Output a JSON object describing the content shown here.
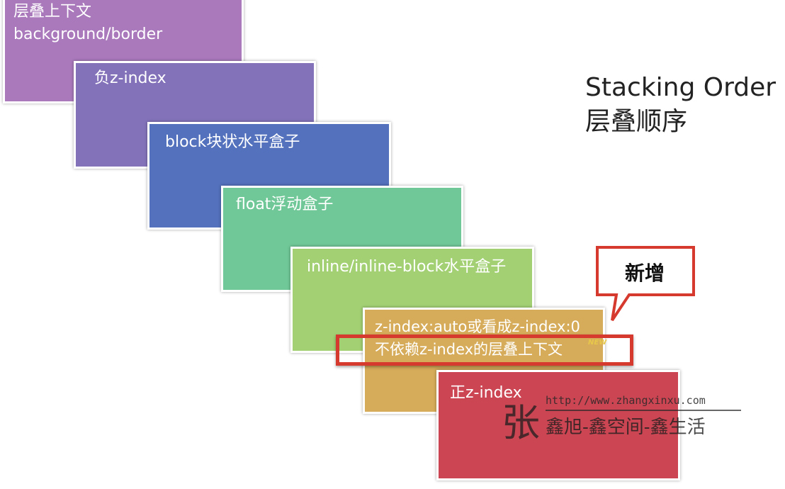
{
  "layers": [
    {
      "lines": [
        "层叠上下文",
        "background/border"
      ],
      "color": "#a979bb"
    },
    {
      "lines": [
        "负z-index"
      ],
      "color": "#8372ba"
    },
    {
      "lines": [
        "block块状水平盒子"
      ],
      "color": "#5371bc"
    },
    {
      "lines": [
        "float浮动盒子"
      ],
      "color": "#70c797"
    },
    {
      "lines": [
        "inline/inline-block水平盒子"
      ],
      "color": "#a2d073"
    },
    {
      "lines": [
        "z-index:auto或看成z-index:0",
        "不依赖z-index的层叠上下文"
      ],
      "color": "#d6ac5a",
      "tag": "NEW"
    },
    {
      "lines": [
        "正z-index"
      ],
      "color": "#cc4553"
    }
  ],
  "title": {
    "en": "Stacking Order",
    "zh": "层叠顺序"
  },
  "callout": {
    "text": "新增",
    "color": "#d63a2f"
  },
  "watermark": {
    "script": "张",
    "url": "http://www.zhangxinxu.com",
    "text": "鑫旭-鑫空间-鑫生活"
  }
}
